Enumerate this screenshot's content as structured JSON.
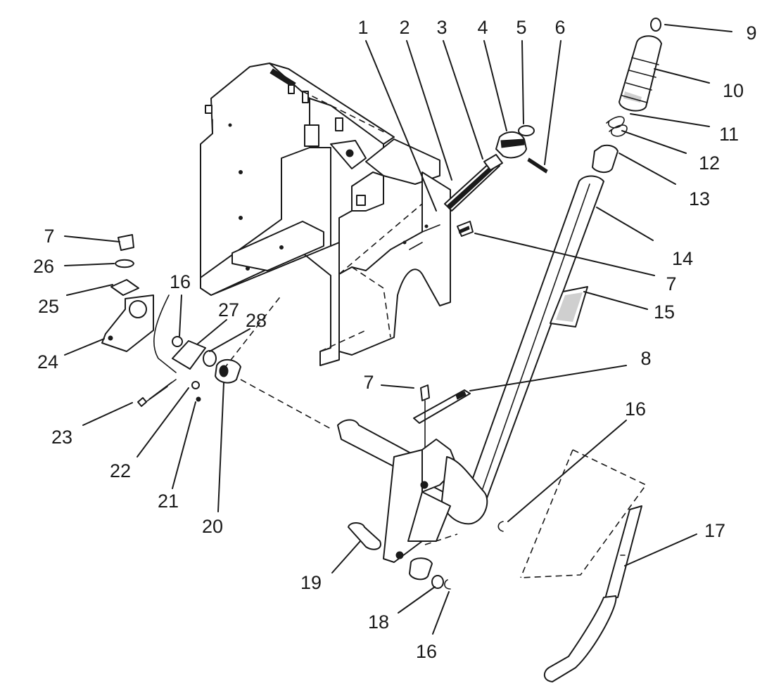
{
  "callouts": [
    {
      "id": "c1",
      "label": "1"
    },
    {
      "id": "c2",
      "label": "2"
    },
    {
      "id": "c3",
      "label": "3"
    },
    {
      "id": "c4",
      "label": "4"
    },
    {
      "id": "c5",
      "label": "5"
    },
    {
      "id": "c6",
      "label": "6"
    },
    {
      "id": "c9",
      "label": "9"
    },
    {
      "id": "c10",
      "label": "10"
    },
    {
      "id": "c11",
      "label": "11"
    },
    {
      "id": "c12",
      "label": "12"
    },
    {
      "id": "c13",
      "label": "13"
    },
    {
      "id": "c14",
      "label": "14"
    },
    {
      "id": "c7a",
      "label": "7"
    },
    {
      "id": "c15",
      "label": "15"
    },
    {
      "id": "c7b",
      "label": "7"
    },
    {
      "id": "c26",
      "label": "26"
    },
    {
      "id": "c25",
      "label": "25"
    },
    {
      "id": "c16a",
      "label": "16"
    },
    {
      "id": "c27",
      "label": "27"
    },
    {
      "id": "c28",
      "label": "28"
    },
    {
      "id": "c24",
      "label": "24"
    },
    {
      "id": "c8",
      "label": "8"
    },
    {
      "id": "c7c",
      "label": "7"
    },
    {
      "id": "c16b",
      "label": "16"
    },
    {
      "id": "c23",
      "label": "23"
    },
    {
      "id": "c22",
      "label": "22"
    },
    {
      "id": "c21",
      "label": "21"
    },
    {
      "id": "c20",
      "label": "20"
    },
    {
      "id": "c17",
      "label": "17"
    },
    {
      "id": "c19",
      "label": "19"
    },
    {
      "id": "c18",
      "label": "18"
    },
    {
      "id": "c16c",
      "label": "16"
    }
  ]
}
